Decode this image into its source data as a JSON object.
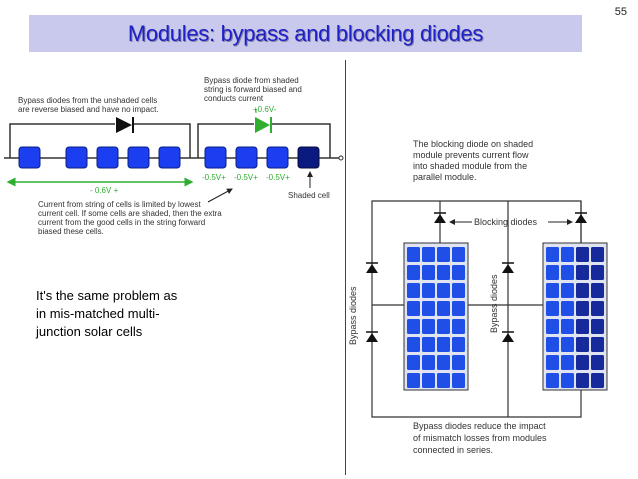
{
  "slide_number": "55",
  "title": "Modules: bypass and blocking diodes",
  "body_text": [
    "It's the same problem as",
    "in mis-matched multi-",
    "junction solar cells"
  ],
  "string_diagram": {
    "label_unshaded": [
      "Bypass diodes from the unshaded cells",
      "are reverse biased and have no impact."
    ],
    "label_shaded": [
      "Bypass diode from shaded",
      "string is forward biased and",
      "conducts current"
    ],
    "forward_voltage": "+0.6V-",
    "string_voltage": "- 0.6V +",
    "cell_voltages": [
      "-0.5V+",
      "-0.5V+",
      "-0.5V+"
    ],
    "shaded_cell_label": "Shaded cell",
    "note": [
      "Current from string of cells is limited by lowest",
      "current cell. If some cells are shaded, then the extra",
      "current from the good cells in the string forward",
      "biased these cells."
    ],
    "colors": {
      "cell": "#1a3ef0",
      "shaded_cell": "#0b1a80",
      "active_diode": "#2fae2f"
    }
  },
  "module_diagram": {
    "top_note": [
      "The blocking diode on shaded",
      "module prevents current flow",
      "into shaded module from the",
      "parallel module."
    ],
    "blocking_label": "Blocking diodes",
    "bypass_label": "Bypass diodes",
    "bottom_note": [
      "Bypass diodes reduce the impact",
      "of mismatch losses from modules",
      "connected in series."
    ],
    "colors": {
      "panel_cell": "#1f4fe6",
      "panel_shaded": "#162a9c"
    }
  }
}
